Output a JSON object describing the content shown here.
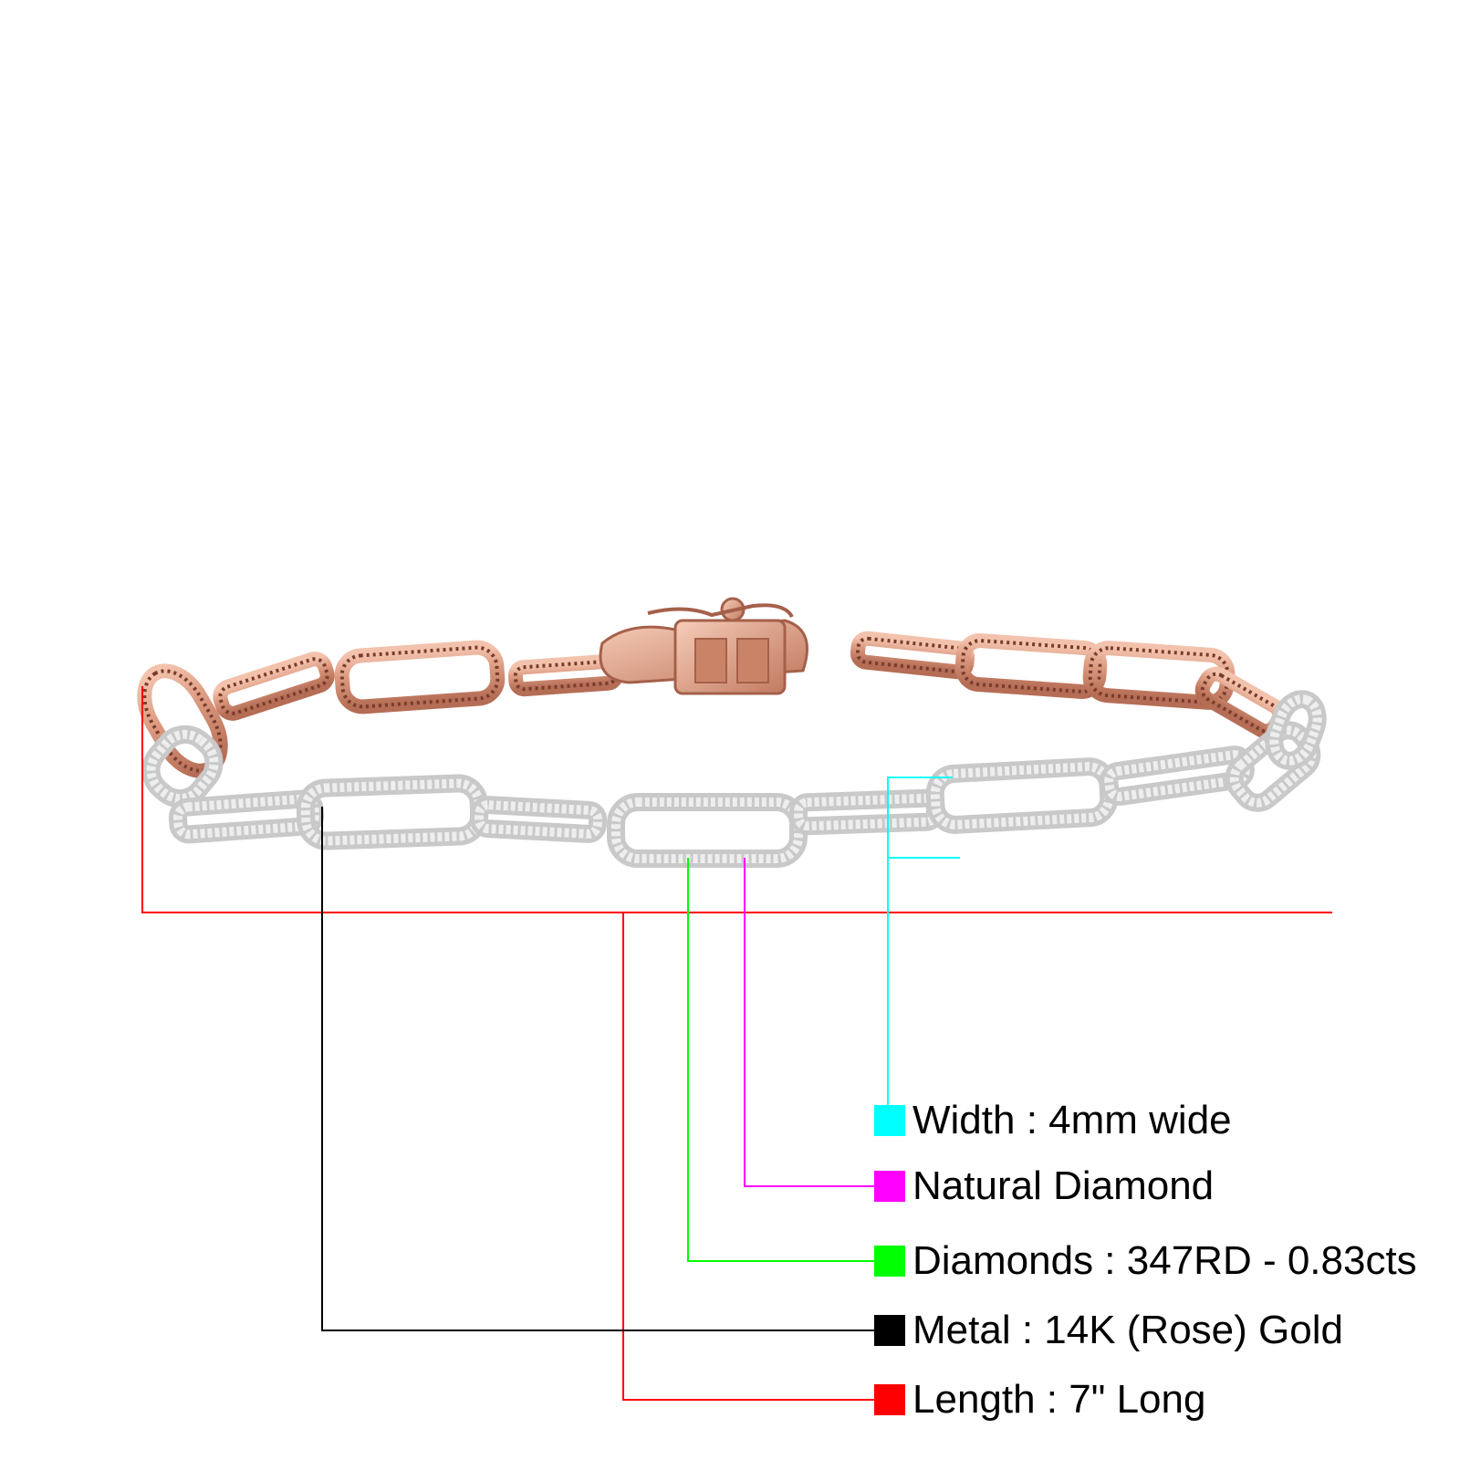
{
  "product": {
    "image_name": "paperclip-chain-bracelet",
    "metal_color": "#d9977d",
    "diamond_color": "#eeeeee"
  },
  "specs": [
    {
      "key": "width",
      "text": "Width : 4mm wide",
      "color": "#00ffff"
    },
    {
      "key": "natural",
      "text": "Natural Diamond",
      "color": "#ff00ff"
    },
    {
      "key": "diamonds",
      "text": "Diamonds : 347RD - 0.83cts",
      "color": "#00ff00"
    },
    {
      "key": "metal",
      "text": "Metal : 14K (Rose) Gold",
      "color": "#000000"
    },
    {
      "key": "length",
      "text": "Length : 7\" Long",
      "color": "#ff0000"
    }
  ]
}
